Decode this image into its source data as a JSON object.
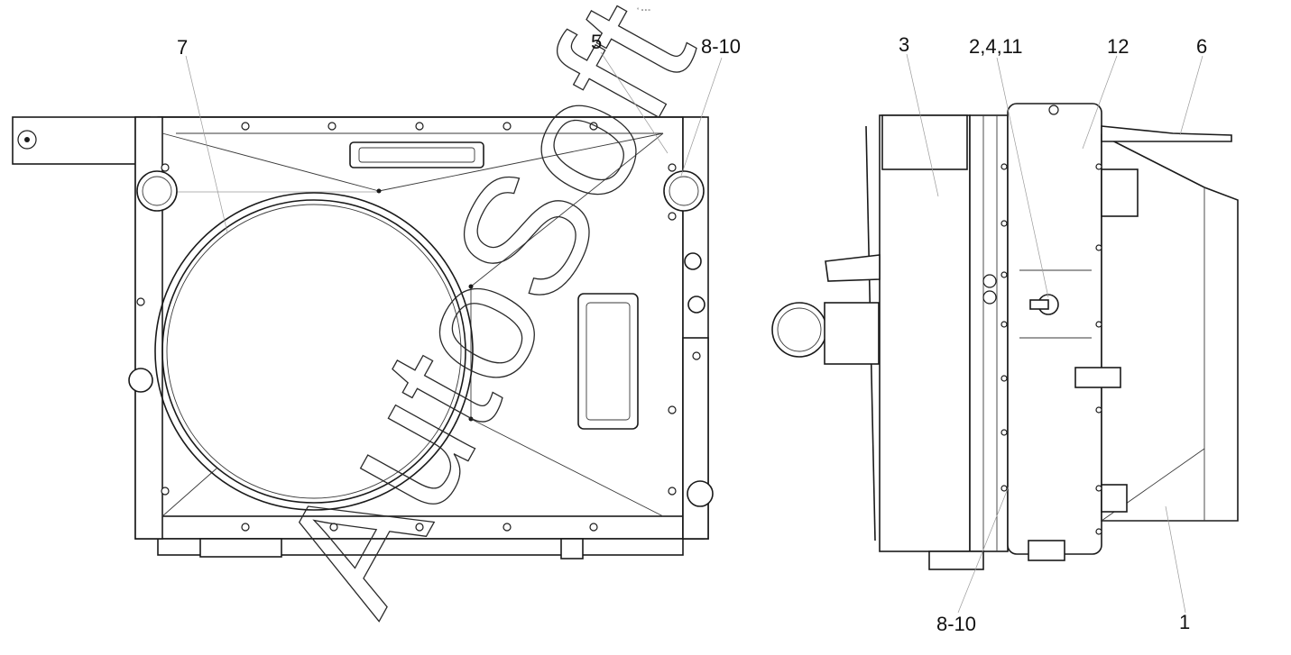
{
  "figure": {
    "header_mark": "° ∘∘∘",
    "watermark": "AutoSoft",
    "callouts": {
      "c7": "7",
      "c5": "5",
      "c8_10_top": "8-10",
      "c3": "3",
      "c2_4_11": "2,4,11",
      "c12": "12",
      "c6": "6",
      "c8_10_bottom": "8-10",
      "c1": "1"
    }
  }
}
